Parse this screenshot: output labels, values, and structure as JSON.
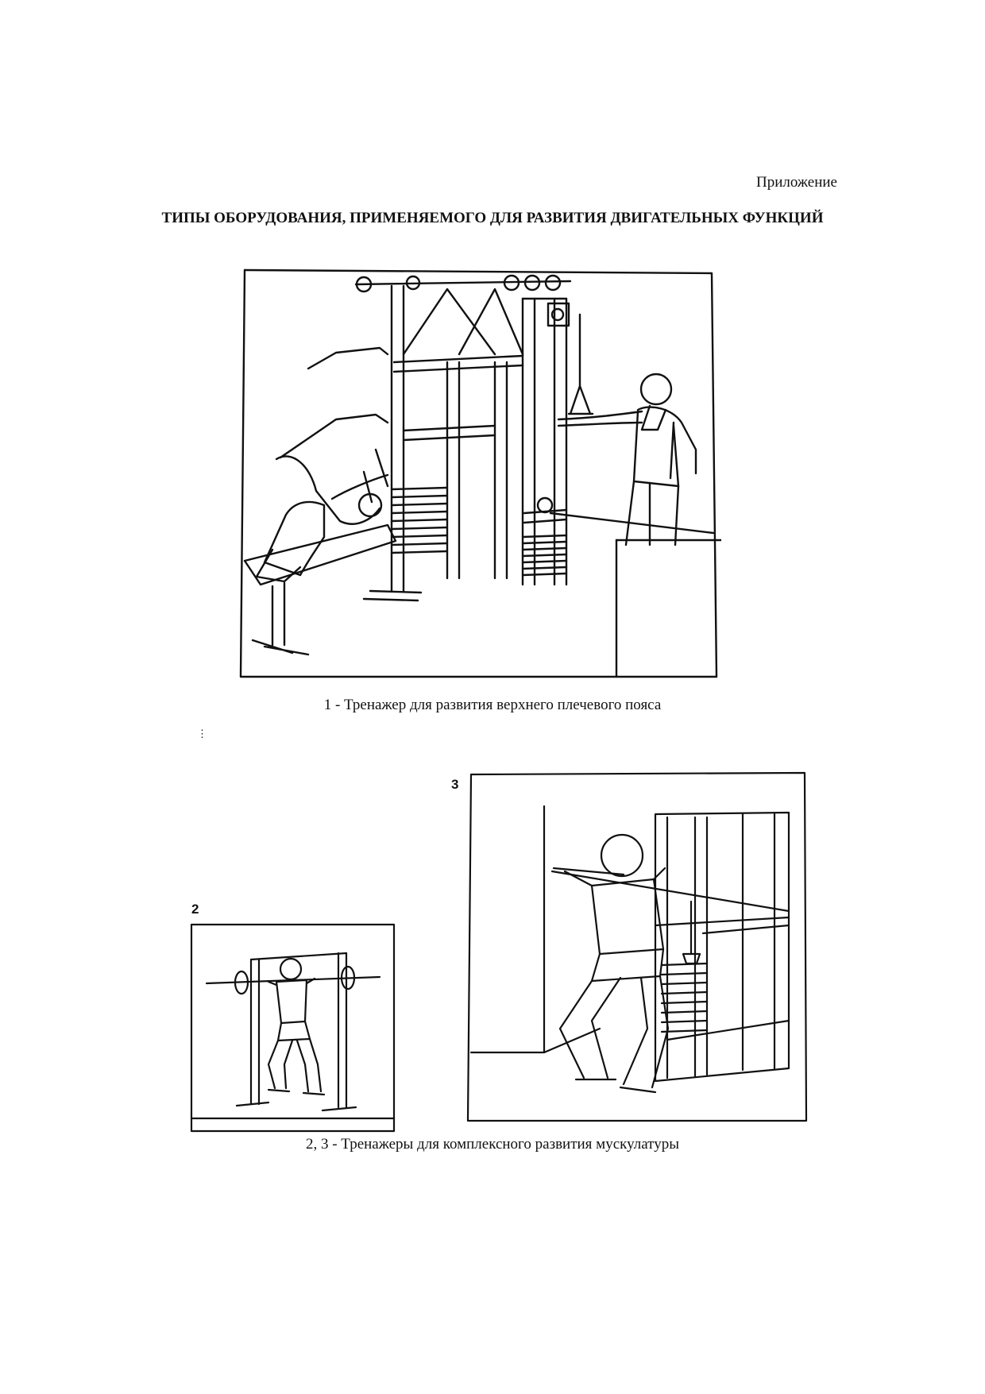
{
  "header": {
    "appendix_label": "Приложение"
  },
  "title": "ТИПЫ ОБОРУДОВАНИЯ, ПРИМЕНЯЕМОГО ДЛЯ РАЗВИТИЯ ДВИГАТЕЛЬНЫХ ФУНКЦИЙ",
  "figures": {
    "fig1": {
      "caption": "1 - Тренажер для развития верхнего плечевого пояса"
    },
    "fig2": {
      "number": "2"
    },
    "fig3": {
      "number": "3"
    },
    "group_caption": "2, 3 - Тренажеры для комплексного развития мускулатуры"
  },
  "colors": {
    "ink": "#111111",
    "paper": "#ffffff"
  }
}
